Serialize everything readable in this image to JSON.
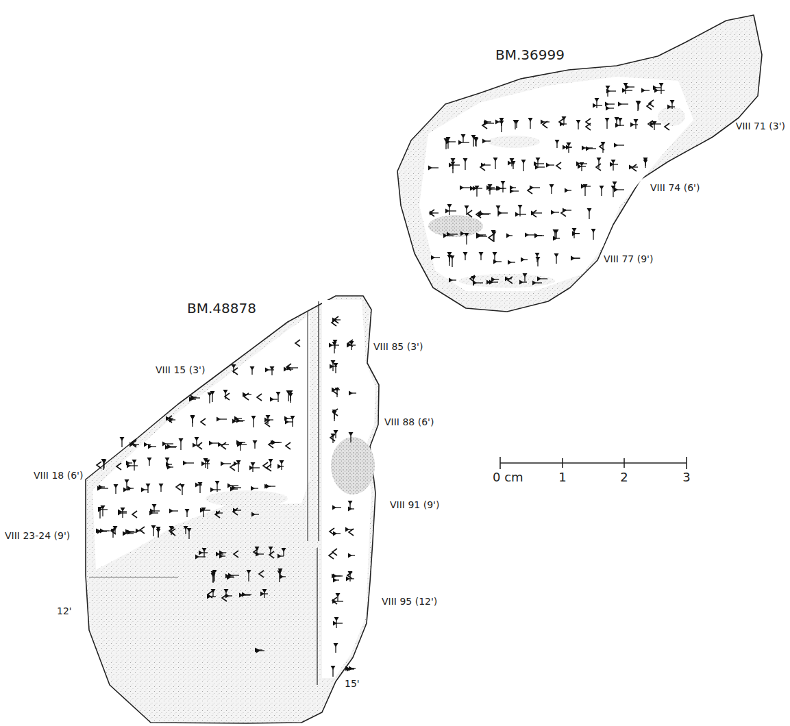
{
  "diagram": {
    "labels": [
      "BM.36999",
      "VIII 71 (3')",
      "VIII 74 (6')",
      "VIII 77 (9')",
      "BM.48878",
      "VIII 85 (3')",
      "VIII 15 (3')",
      "VIII 88 (6')",
      "0 cm",
      "1",
      "2",
      "3",
      "VIII 18 (6')",
      "VIII 91 (9')",
      "VIII 23-24 (9')",
      "VIII 95 (12')",
      "12'",
      "15'"
    ]
  }
}
